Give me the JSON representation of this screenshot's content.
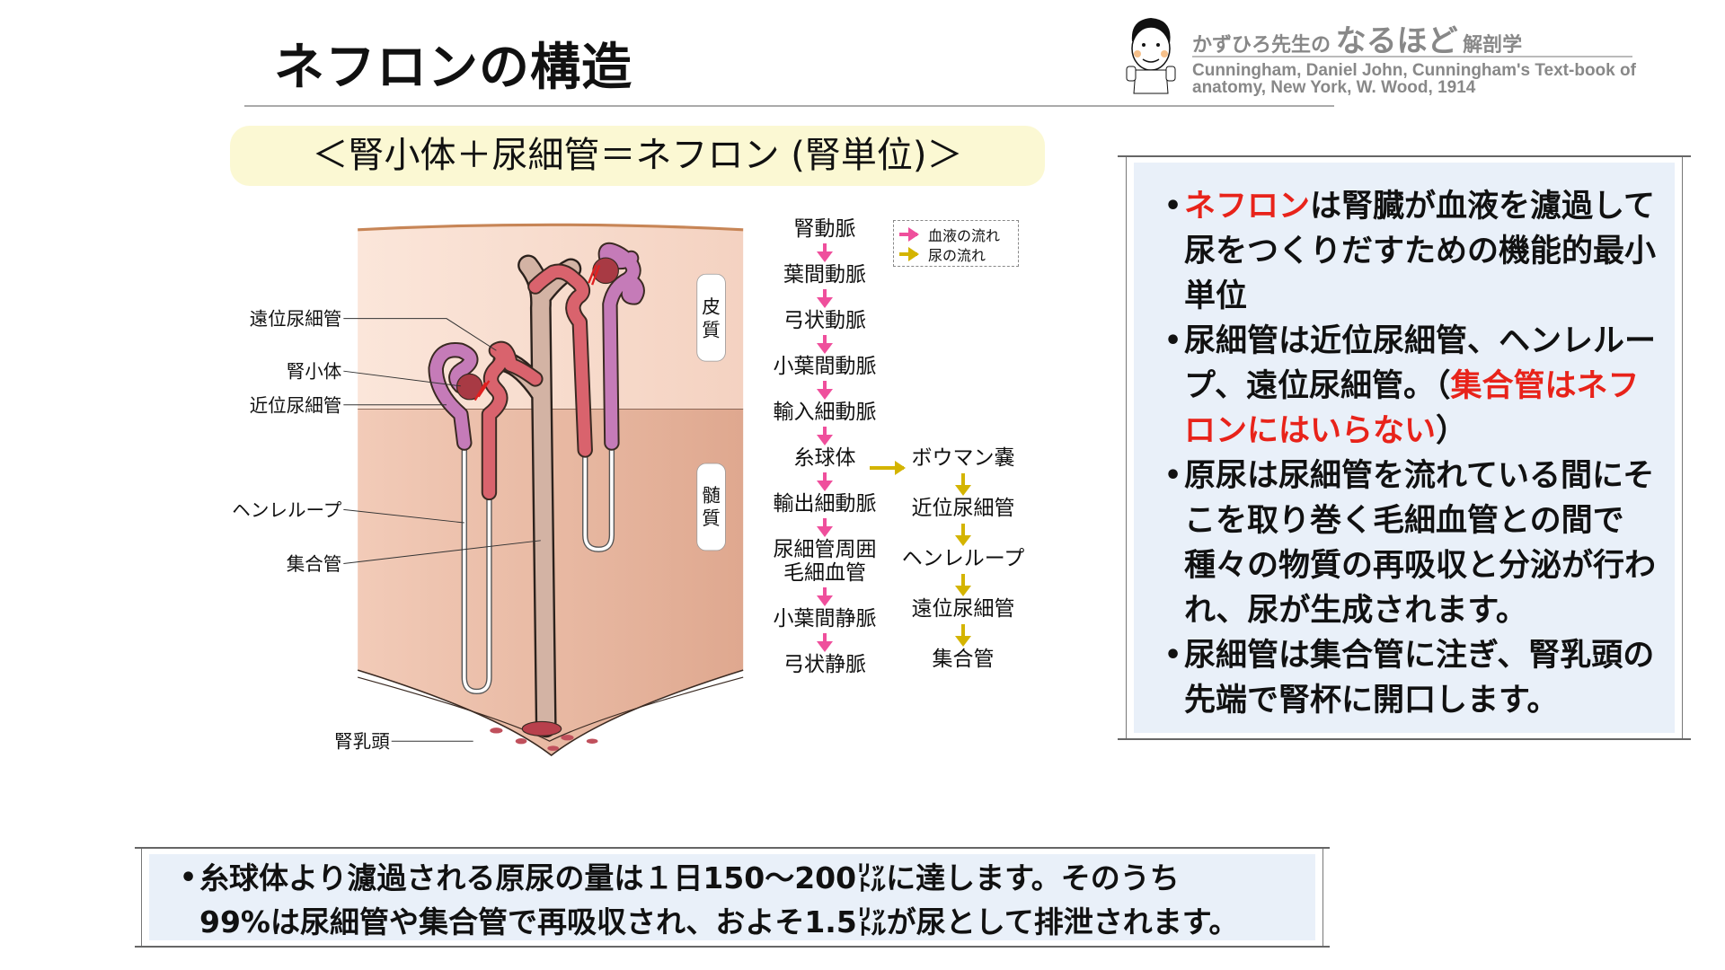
{
  "header": {
    "title": "ネフロンの構造",
    "logo": {
      "prefix": "かずひろ先生の",
      "main": "なるほど",
      "suffix": "解剖学"
    },
    "citation": [
      "Cunningham, Daniel John, Cunningham's Text-book of",
      "anatomy, New York, W. Wood, 1914"
    ]
  },
  "banner": "＜腎小体＋尿細管＝ネフロン (腎単位)＞",
  "diagram": {
    "labels": {
      "distal": "遠位尿細管",
      "corpuscle": "腎小体",
      "proximal": "近位尿細管",
      "henle": "ヘンレループ",
      "collecting": "集合管",
      "papilla": "腎乳頭"
    },
    "cortex": [
      "皮",
      "質"
    ],
    "medulla": [
      "髄",
      "質"
    ]
  },
  "legend": {
    "blood": "血液の流れ",
    "urine": "尿の流れ"
  },
  "colors": {
    "blood_arrow": "#ef4f9c",
    "urine_arrow": "#d4b400",
    "highlight": "#e8231a",
    "box_bg": "#e9f0f9",
    "banner_bg": "#fbf8d3"
  },
  "blood_flow": [
    "腎動脈",
    "葉間動脈",
    "弓状動脈",
    "小葉間動脈",
    "輸入細動脈",
    "糸球体",
    "輸出細動脈",
    "尿細管周囲\n毛細血管",
    "小葉間静脈",
    "弓状静脈"
  ],
  "urine_flow": [
    "ボウマン嚢",
    "近位尿細管",
    "ヘンレループ",
    "遠位尿細管",
    "集合管"
  ],
  "right_box": {
    "b1": {
      "red": "ネフロン",
      "text": "は腎臓が血液を濾過して尿をつくりだすための機能的最小単位"
    },
    "b2": {
      "text": "尿細管は近位尿細管、ヘンレループ、遠位尿細管。（",
      "red": "集合管はネフロンにはいらない",
      "end": "）"
    },
    "b3": {
      "text": "原尿は尿細管を流れている間にそこを取り巻く毛細血管との間で種々の物質の再吸収と分泌が行われ、尿が生成されます。"
    },
    "b4": {
      "text": "尿細管は集合管に注ぎ、腎乳頭の先端で腎杯に開口します。"
    }
  },
  "bottom_box": {
    "line1": "糸球体より濾過される原尿の量は１日150〜200㍑に達します。そのうち",
    "line2": "99%は尿細管や集合管で再吸収され、およそ1.5㍑が尿として排泄されます。"
  }
}
